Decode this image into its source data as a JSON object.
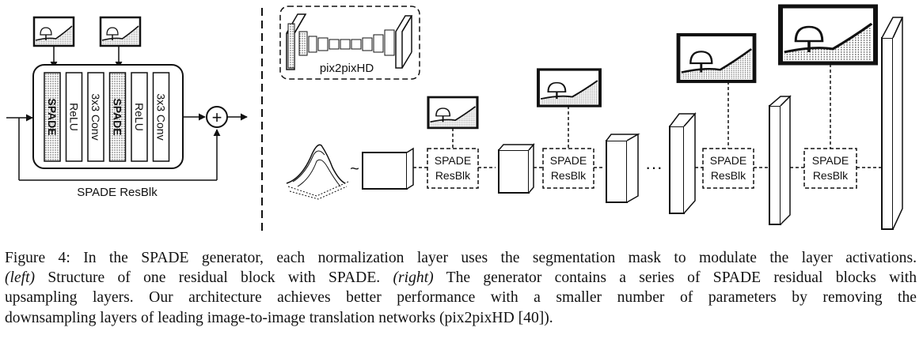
{
  "figure": {
    "left_panel": {
      "columns": [
        "SPADE",
        "ReLU",
        "3x3 Conv",
        "SPADE",
        "ReLU",
        "3x3 Conv"
      ],
      "sum_symbol": "+",
      "title": "SPADE ResBlk"
    },
    "right_panel": {
      "inset_label": "pix2pixHD",
      "noise_symbol": "~",
      "block_line1": "SPADE",
      "block_line2": "ResBlk",
      "ellipsis": "···"
    }
  },
  "caption": {
    "line1_a": "Figure 4:",
    "line1_b": "In the SPADE generator, each normalization layer uses the segmentation mask to modulate the layer activations.",
    "line2_left": "(left)",
    "line2_a": "Structure of one residual block with SPADE.",
    "line2_right": "(right)",
    "line2_b": "The generator contains a series of SPADE residual blocks with",
    "line3": "upsampling layers.  Our architecture achieves better performance with a smaller number of parameters by removing the",
    "line4": "downsampling layers of leading image-to-image translation networks (pix2pixHD [40])."
  }
}
